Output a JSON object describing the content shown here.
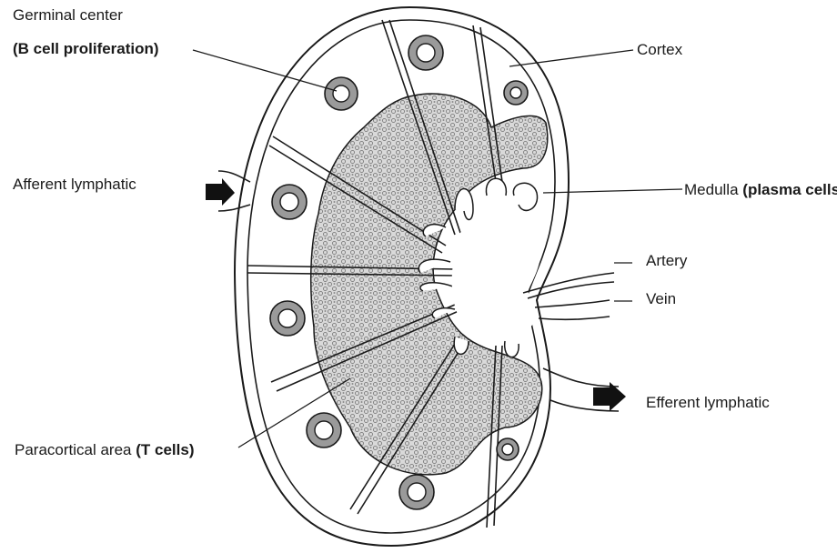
{
  "labels": {
    "germinal_center": "Germinal center",
    "germinal_center_bold": "(B cell proliferation)",
    "cortex": "Cortex",
    "afferent_lymphatic": "Afferent lymphatic",
    "medulla": "Medulla",
    "medulla_bold": "(plasma cells)",
    "artery": "Artery",
    "vein": "Vein",
    "efferent_lymphatic": "Efferent lymphatic",
    "paracortical_area": "Paracortical area",
    "paracortical_bold": "(T cells)"
  },
  "colors": {
    "line": "#1a1a1a",
    "follicle_ring": "#9a9a9a",
    "stipple": "#7a7a7a",
    "background": "#ffffff"
  },
  "icons": {
    "afferent_arrow": "arrow-right-icon",
    "efferent_arrow": "arrow-right-icon"
  }
}
